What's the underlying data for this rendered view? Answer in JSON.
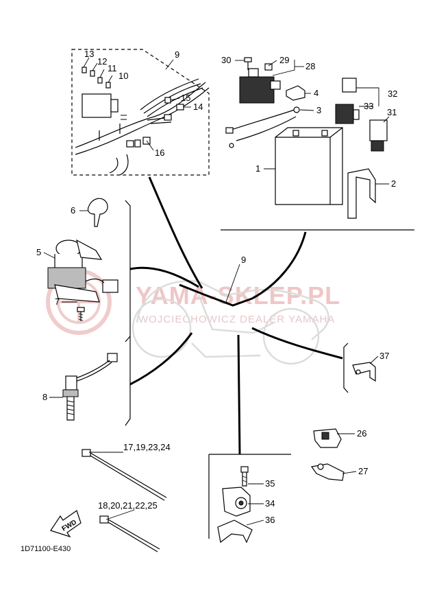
{
  "diagram": {
    "code": "1D71100-E430",
    "fwd_label": "FWD",
    "watermark": {
      "main": "YAMA-SKLEP.PL",
      "sub": "WOJCIECHOWICZ DEALER YAMAHA"
    },
    "callouts": {
      "p1": "1",
      "p2": "2",
      "p3": "3",
      "p4": "4",
      "p5": "5",
      "p6": "6",
      "p7": "7",
      "p8": "8",
      "p9a": "9",
      "p9b": "9",
      "p10": "10",
      "p11": "11",
      "p12": "12",
      "p13": "13",
      "p14": "14",
      "p15": "15",
      "p16": "16",
      "p17": "17,19,23,24",
      "p18": "18,20,21,22,25",
      "p26": "26",
      "p27": "27",
      "p28": "28",
      "p29": "29",
      "p30": "30",
      "p31": "31",
      "p32": "32",
      "p33": "33",
      "p34": "34",
      "p35": "35",
      "p36": "36",
      "p37": "37"
    }
  }
}
